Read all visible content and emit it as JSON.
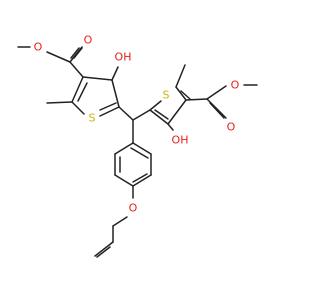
{
  "colors": {
    "background": "#ffffff",
    "bond": "#222222",
    "oxygen": "#e8201c",
    "sulfur": "#c8b400"
  },
  "atoms": {
    "o_carbonyl_left": "O",
    "o_ester_left": "O",
    "oh_left": "OH",
    "s_left": "S",
    "s_right": "S",
    "oh_right": "OH",
    "o_carbonyl_right": "O",
    "o_ester_right": "O",
    "o_ether": "O"
  }
}
